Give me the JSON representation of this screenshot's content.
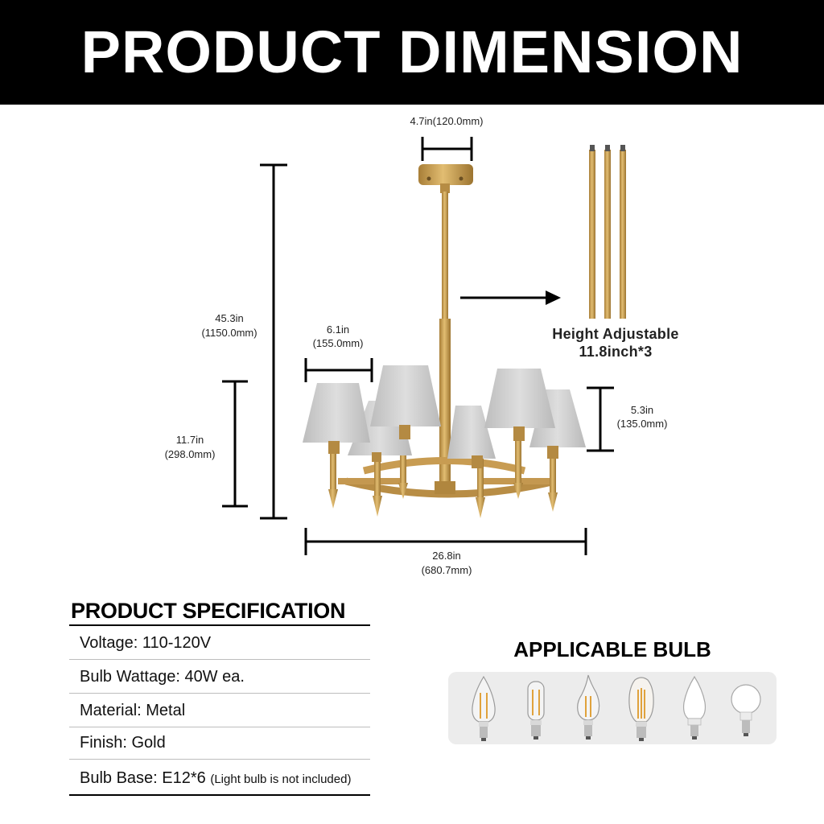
{
  "banner": {
    "title": "PRODUCT DIMENSION"
  },
  "dimensions": {
    "canopy_width": "4.7in(120.0mm)",
    "overall_height_in": "45.3in",
    "overall_height_mm": "(1150.0mm)",
    "shade_width_in": "6.1in",
    "shade_width_mm": "(155.0mm)",
    "body_height_in": "11.7in",
    "body_height_mm": "(298.0mm)",
    "shade_height_in": "5.3in",
    "shade_height_mm": "(135.0mm)",
    "overall_width_in": "26.8in",
    "overall_width_mm": "(680.7mm)"
  },
  "height_adjustable": {
    "title": "Height Adjustable",
    "detail": "11.8inch*3"
  },
  "colors": {
    "gold": "#c9a052",
    "shade": "#cfcfcf",
    "banner": "#000000"
  },
  "specification": {
    "title": "PRODUCT SPECIFICATION",
    "rows": [
      {
        "text": "Voltage: 110-120V"
      },
      {
        "text": "Bulb Wattage: 40W ea."
      },
      {
        "text": "Material: Metal"
      },
      {
        "text": "Finish: Gold"
      },
      {
        "text": "Bulb Base: E12*6",
        "note": "(Light bulb is not included)"
      }
    ]
  },
  "bulbs": {
    "title": "APPLICABLE BULB",
    "items": [
      {
        "icon": "candle-filament-bulb-icon"
      },
      {
        "icon": "tubular-filament-bulb-icon"
      },
      {
        "icon": "flame-tip-filament-bulb-icon"
      },
      {
        "icon": "edison-filament-bulb-icon"
      },
      {
        "icon": "frosted-candle-bulb-icon"
      },
      {
        "icon": "globe-bulb-icon"
      }
    ]
  }
}
